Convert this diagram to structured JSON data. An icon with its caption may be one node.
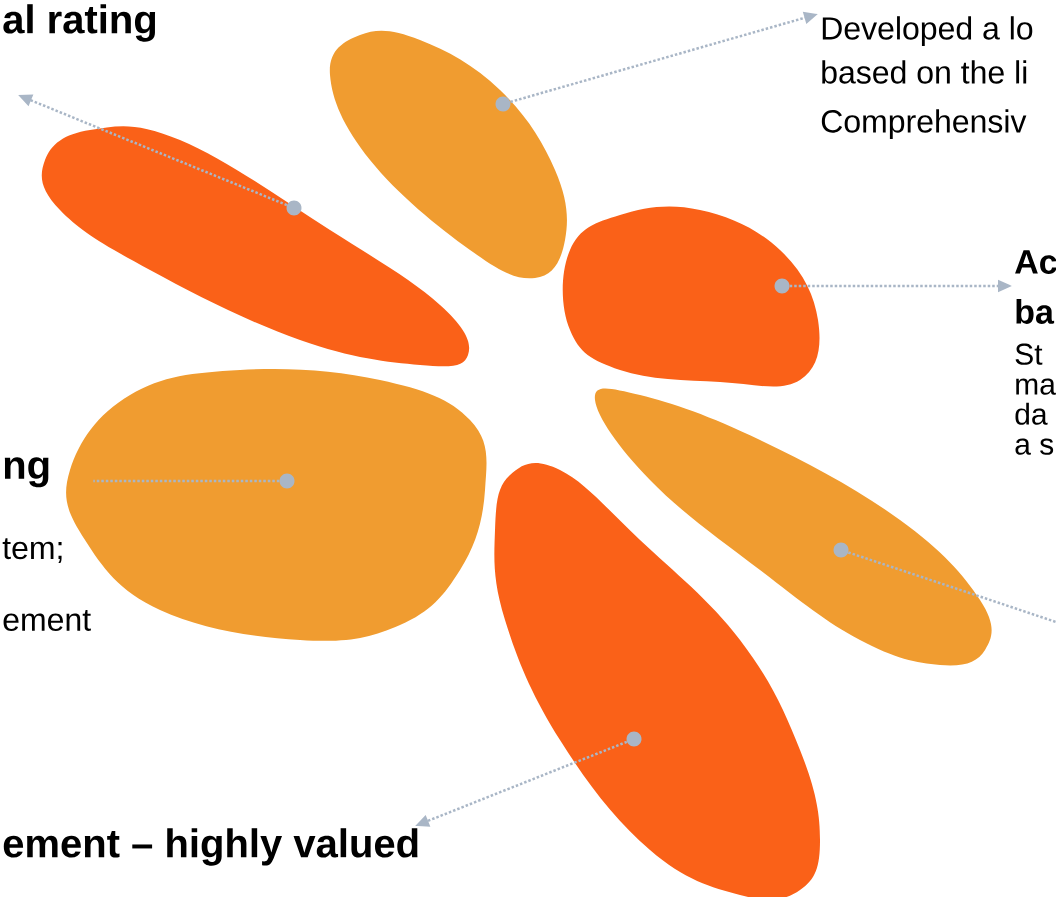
{
  "diagram": {
    "nodes": [
      {
        "text": [],
        "shape": "petal"
      },
      {
        "text": [],
        "shape": "petal"
      },
      {
        "text": [],
        "shape": "petal"
      },
      {
        "text": [],
        "shape": "petal"
      },
      {
        "text": [],
        "shape": "petal"
      },
      {
        "text": [],
        "shape": "petal"
      },
      {
        "text": [
          "al rating"
        ]
      },
      {
        "text": [
          "Developed a lo based on the li",
          "Comprehensiv"
        ]
      },
      {
        "text": [
          "Ac ba",
          "St ma da a s"
        ]
      },
      {
        "text": [
          "ng",
          "tem;",
          "ement"
        ]
      },
      {
        "text": [
          "ement – highly valued"
        ]
      }
    ],
    "edges": [
      {
        "from": 0,
        "to": 7,
        "arrow": "to"
      },
      {
        "from": 1,
        "to": null,
        "arrow": "to"
      },
      {
        "from": 2,
        "to": 8,
        "arrow": "to"
      },
      {
        "from": 3,
        "to": 9,
        "arrow": "none"
      },
      {
        "from": 4,
        "to": null,
        "arrow": "none"
      },
      {
        "from": 5,
        "to": 10,
        "arrow": "to"
      }
    ]
  }
}
